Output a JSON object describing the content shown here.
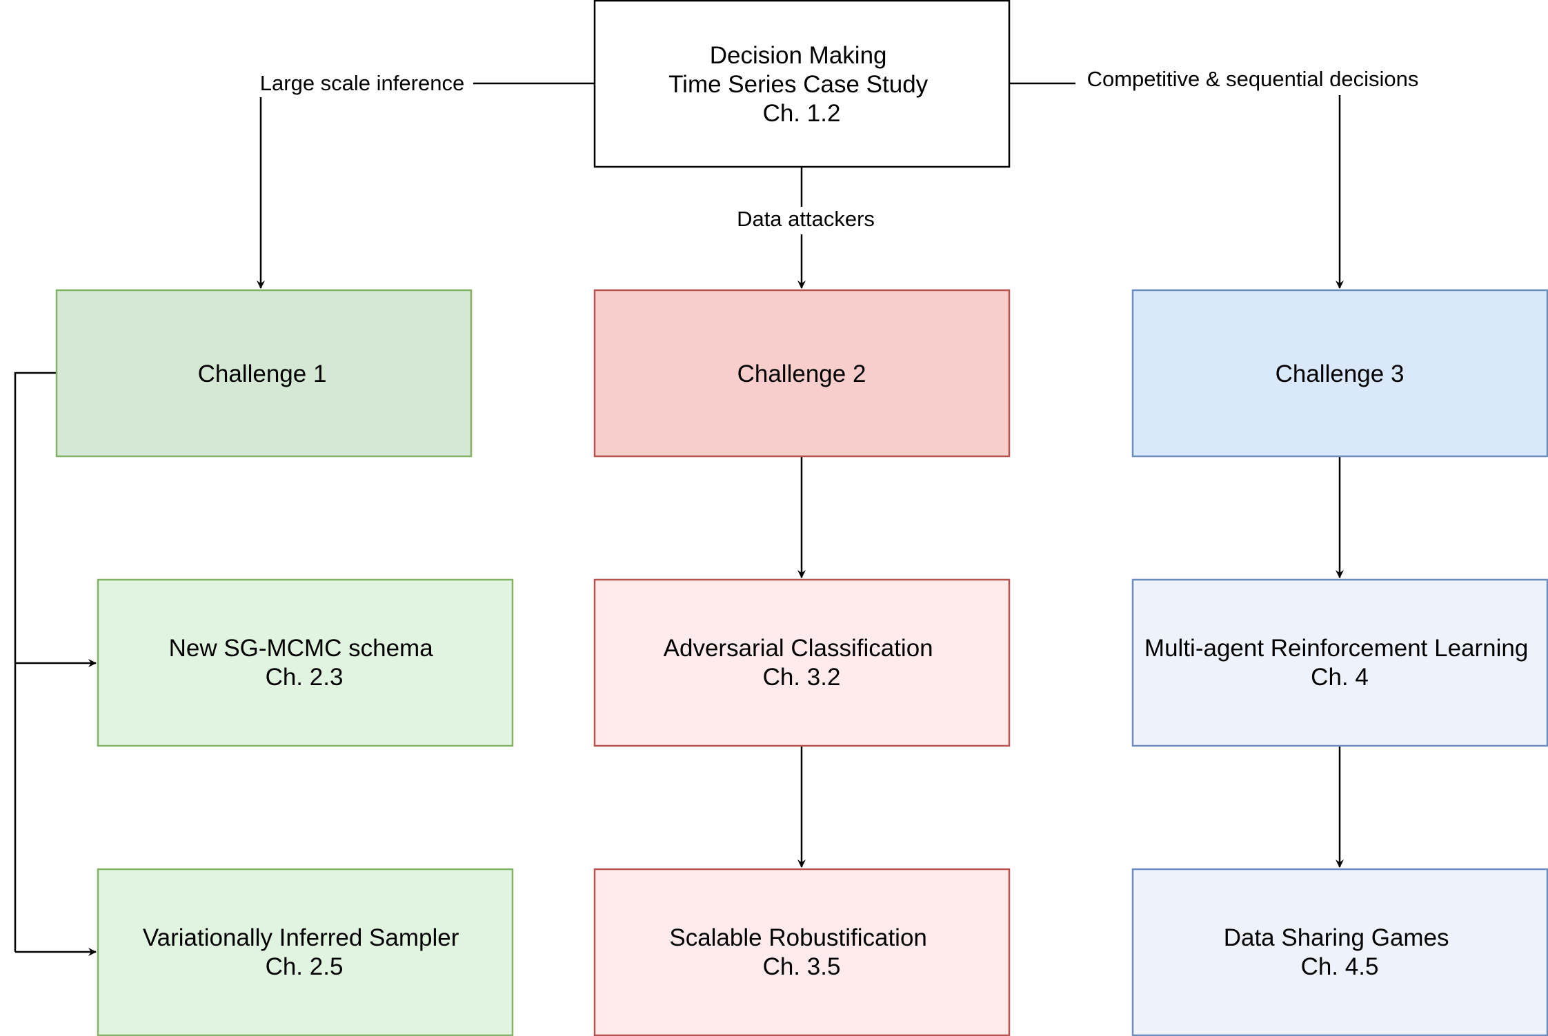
{
  "diagram": {
    "nodes": {
      "root": {
        "lines": [
          "Decision Making",
          "Time Series Case Study",
          "Ch. 1.2"
        ],
        "fill": "#ffffff",
        "stroke": "#000000"
      },
      "challenge1": {
        "lines": [
          "Challenge 1"
        ],
        "fill": "#d5e8d4",
        "stroke": "#82b366"
      },
      "challenge2": {
        "lines": [
          "Challenge 2"
        ],
        "fill": "#f8cecc",
        "stroke": "#b85450"
      },
      "challenge3": {
        "lines": [
          "Challenge 3"
        ],
        "fill": "#dae8fc",
        "stroke": "#6c8ebf"
      },
      "sgmcmc": {
        "lines": [
          "New SG-MCMC schema",
          "Ch. 2.3"
        ],
        "fill": "#e1f4e0",
        "stroke": "#82b366"
      },
      "vis": {
        "lines": [
          "Variationally Inferred Sampler",
          "Ch. 2.5"
        ],
        "fill": "#e1f4e0",
        "stroke": "#82b366"
      },
      "advclass": {
        "lines": [
          "Adversarial Classification",
          "Ch. 3.2"
        ],
        "fill": "#ffebeb",
        "stroke": "#b85450"
      },
      "robust": {
        "lines": [
          "Scalable Robustification",
          "Ch. 3.5"
        ],
        "fill": "#ffebeb",
        "stroke": "#b85450"
      },
      "marl": {
        "lines": [
          "Multi-agent Reinforcement Learning",
          "Ch. 4"
        ],
        "fill": "#edf2fb",
        "stroke": "#6c8ebf"
      },
      "games": {
        "lines": [
          "Data Sharing Games",
          "Ch. 4.5"
        ],
        "fill": "#edf2fb",
        "stroke": "#6c8ebf"
      }
    },
    "edge_labels": {
      "left": "Large scale inference",
      "center": "Data attackers",
      "right": "Competitive & sequential decisions"
    }
  }
}
